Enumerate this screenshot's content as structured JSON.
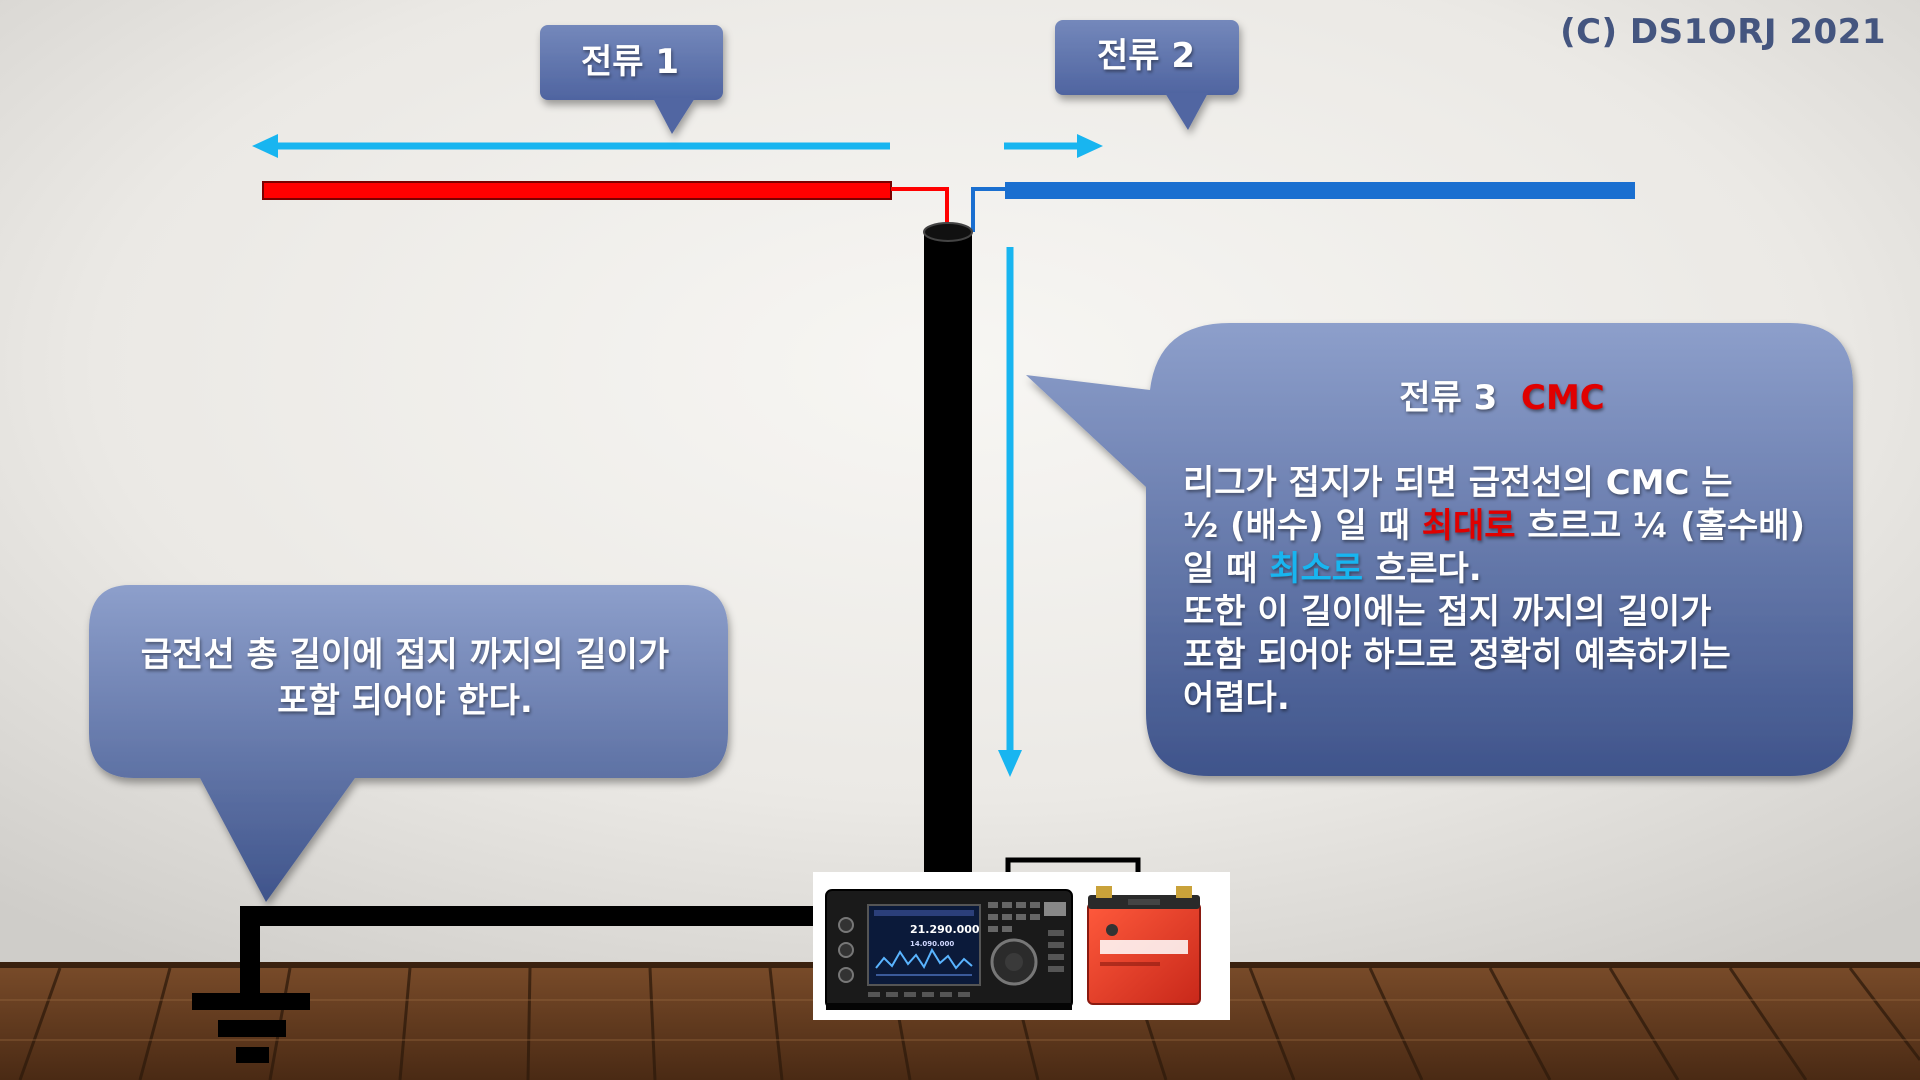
{
  "copyright": "(C) DS1ORJ   2021",
  "labels": {
    "current1": "전류 1",
    "current2": "전류 2"
  },
  "left_bubble": {
    "line1": "급전선 총 길이에  접지 까지의 길이가",
    "line2": "포함 되어야 한다."
  },
  "cmc_bubble": {
    "title_prefix": "전류 3",
    "title_highlight": "CMC",
    "line1": "리그가 접지가  되면 급전선의 CMC 는",
    "line2_a": "½ (배수) 일 때 ",
    "line2_red": "최대로",
    "line2_b": " 흐르고 ¼ (홀수배)",
    "line3_a": "일 때 ",
    "line3_blue": "최소로",
    "line3_b": " 흐른다.",
    "line4": "또한 이 길이에는 접지 까지의 길이가",
    "line5": "포함 되어야 하므로 정확히 예측하기는",
    "line6": "어렵다."
  },
  "radio_display": {
    "freq_main": "21.290.000",
    "freq_sub": "14.090.000"
  },
  "colors": {
    "current_arrow": "#18b5f0",
    "dipole_left": "#ff0000",
    "dipole_right": "#1a6fd0",
    "bubble_top": "#8a9cc8",
    "bubble_bottom": "#4a5e94",
    "highlight_red": "#e00000",
    "highlight_blue": "#18b5f0"
  }
}
